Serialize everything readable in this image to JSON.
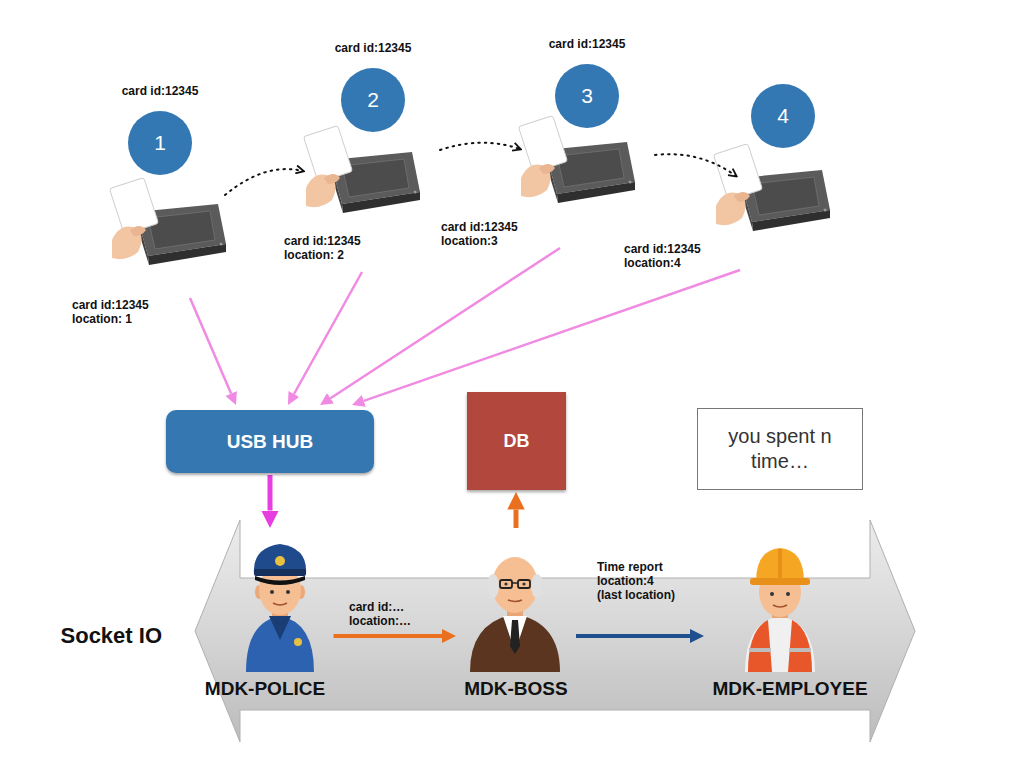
{
  "diagram": {
    "nodes": [
      {
        "text": [
          "card id:12345",
          "1"
        ]
      },
      {
        "text": [
          "card id:12345",
          "2"
        ]
      },
      {
        "text": [
          "card id:12345",
          "3"
        ]
      },
      {
        "text": [
          "4"
        ]
      },
      {
        "text": [
          "USB HUB"
        ]
      },
      {
        "text": [
          "DB"
        ]
      },
      {
        "text": [
          "you spent n time…"
        ]
      },
      {
        "text": [
          "Socket IO"
        ]
      },
      {
        "text": [
          "MDK-POLICE"
        ],
        "in": 7
      },
      {
        "text": [
          "MDK-BOSS"
        ],
        "in": 7
      },
      {
        "text": [
          "MDK-EMPLOYEE"
        ],
        "in": 7
      }
    ],
    "edges": [
      {
        "from": 4,
        "to": 8,
        "arrow": "to"
      },
      {
        "from": 8,
        "to": 9,
        "arrow": "to",
        "label": "card id:… location:…"
      },
      {
        "from": 9,
        "to": 5,
        "arrow": "to"
      },
      {
        "from": 9,
        "to": 10,
        "arrow": "to",
        "label": "Time report location:4 (last location)"
      }
    ],
    "labels": [
      "card id:12345 location: 1",
      "card id:12345 location: 2",
      "card id:12345 location:3",
      "card id:12345 location:4"
    ]
  }
}
